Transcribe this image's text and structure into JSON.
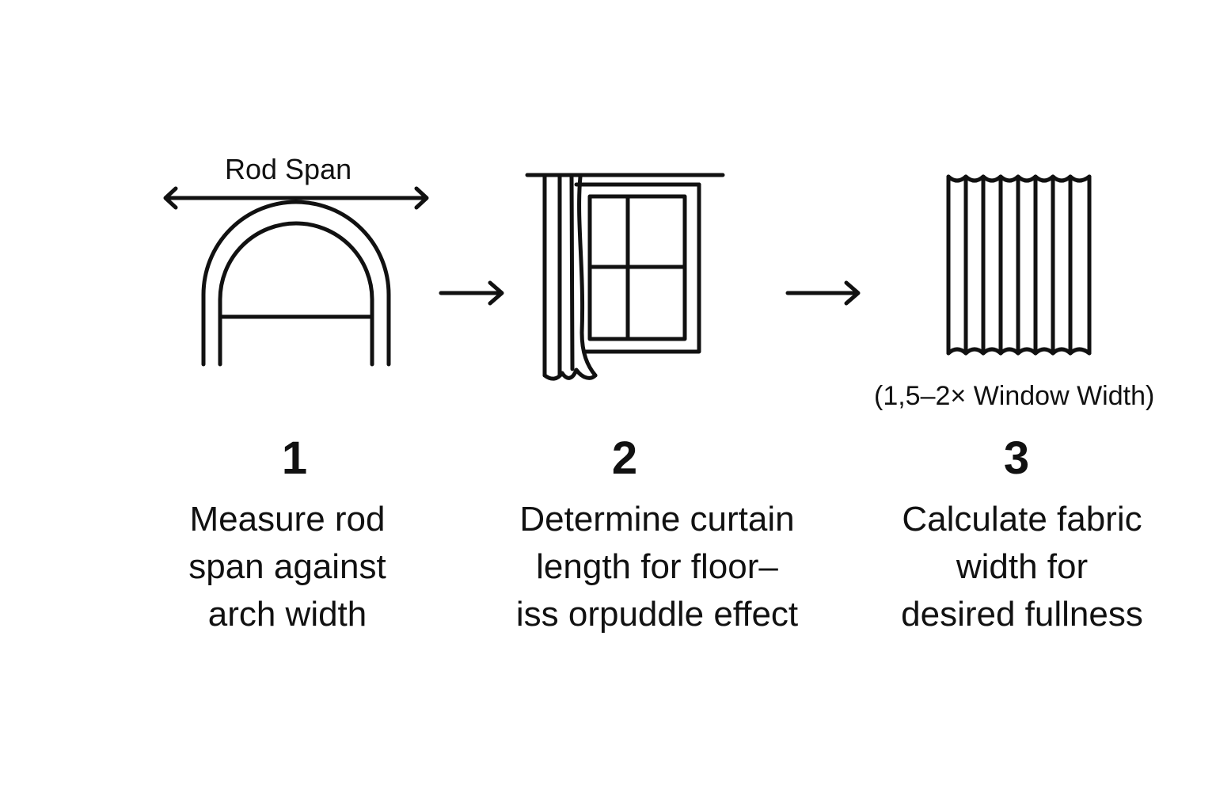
{
  "rod_span_label": "Rod Span",
  "fullness_note": "(1,5–2× Window Width)",
  "steps": [
    {
      "number": "1",
      "icon": "arched-window-icon",
      "lines": [
        "Measure rod",
        "span against",
        "arch width"
      ]
    },
    {
      "number": "2",
      "icon": "curtain-window-icon",
      "lines": [
        "Determine curtain",
        "length for floor–",
        "iss orpuddle effect"
      ]
    },
    {
      "number": "3",
      "icon": "pleated-fabric-icon",
      "lines": [
        "Calculate fabric",
        "width for",
        "desired fullness"
      ]
    }
  ],
  "connectors": [
    "arrow-right-icon",
    "arrow-right-icon"
  ],
  "colors": {
    "ink": "#111111",
    "background": "#ffffff"
  }
}
